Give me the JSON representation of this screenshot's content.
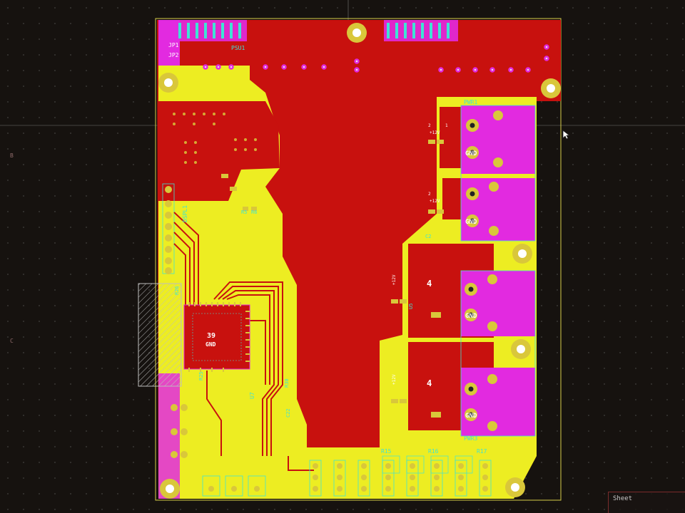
{
  "rulers": {
    "row_b": "B",
    "row_c": "C"
  },
  "sheet_tab": "Sheet",
  "colors": {
    "copper_front": "#c8110e",
    "copper_back": "#eded22",
    "mask_pink": "#e22ae0",
    "pad": "#d9c73a",
    "silkscreen": "#3fe3d4",
    "background": "#16120f"
  },
  "labels": {
    "jp1": "JP1",
    "jp2": "JP2",
    "psu1": "PSU1",
    "pwr1": "PWR1",
    "pwr3": "PWR3",
    "dspl1": "DSPL1",
    "plus12v": "+12V",
    "gnd": "GND",
    "gnd_chip": "GND",
    "num_39": "39",
    "num_1": "1",
    "num_2": "2",
    "num_4": "4",
    "u5": "U5",
    "u7": "U7",
    "r5": "R5",
    "r6": "R6",
    "r15": "R15",
    "r16": "R16",
    "r17": "R17",
    "r25": "R25",
    "r26": "R26",
    "r30": "R30",
    "c2": "C2",
    "c22": "C22"
  }
}
